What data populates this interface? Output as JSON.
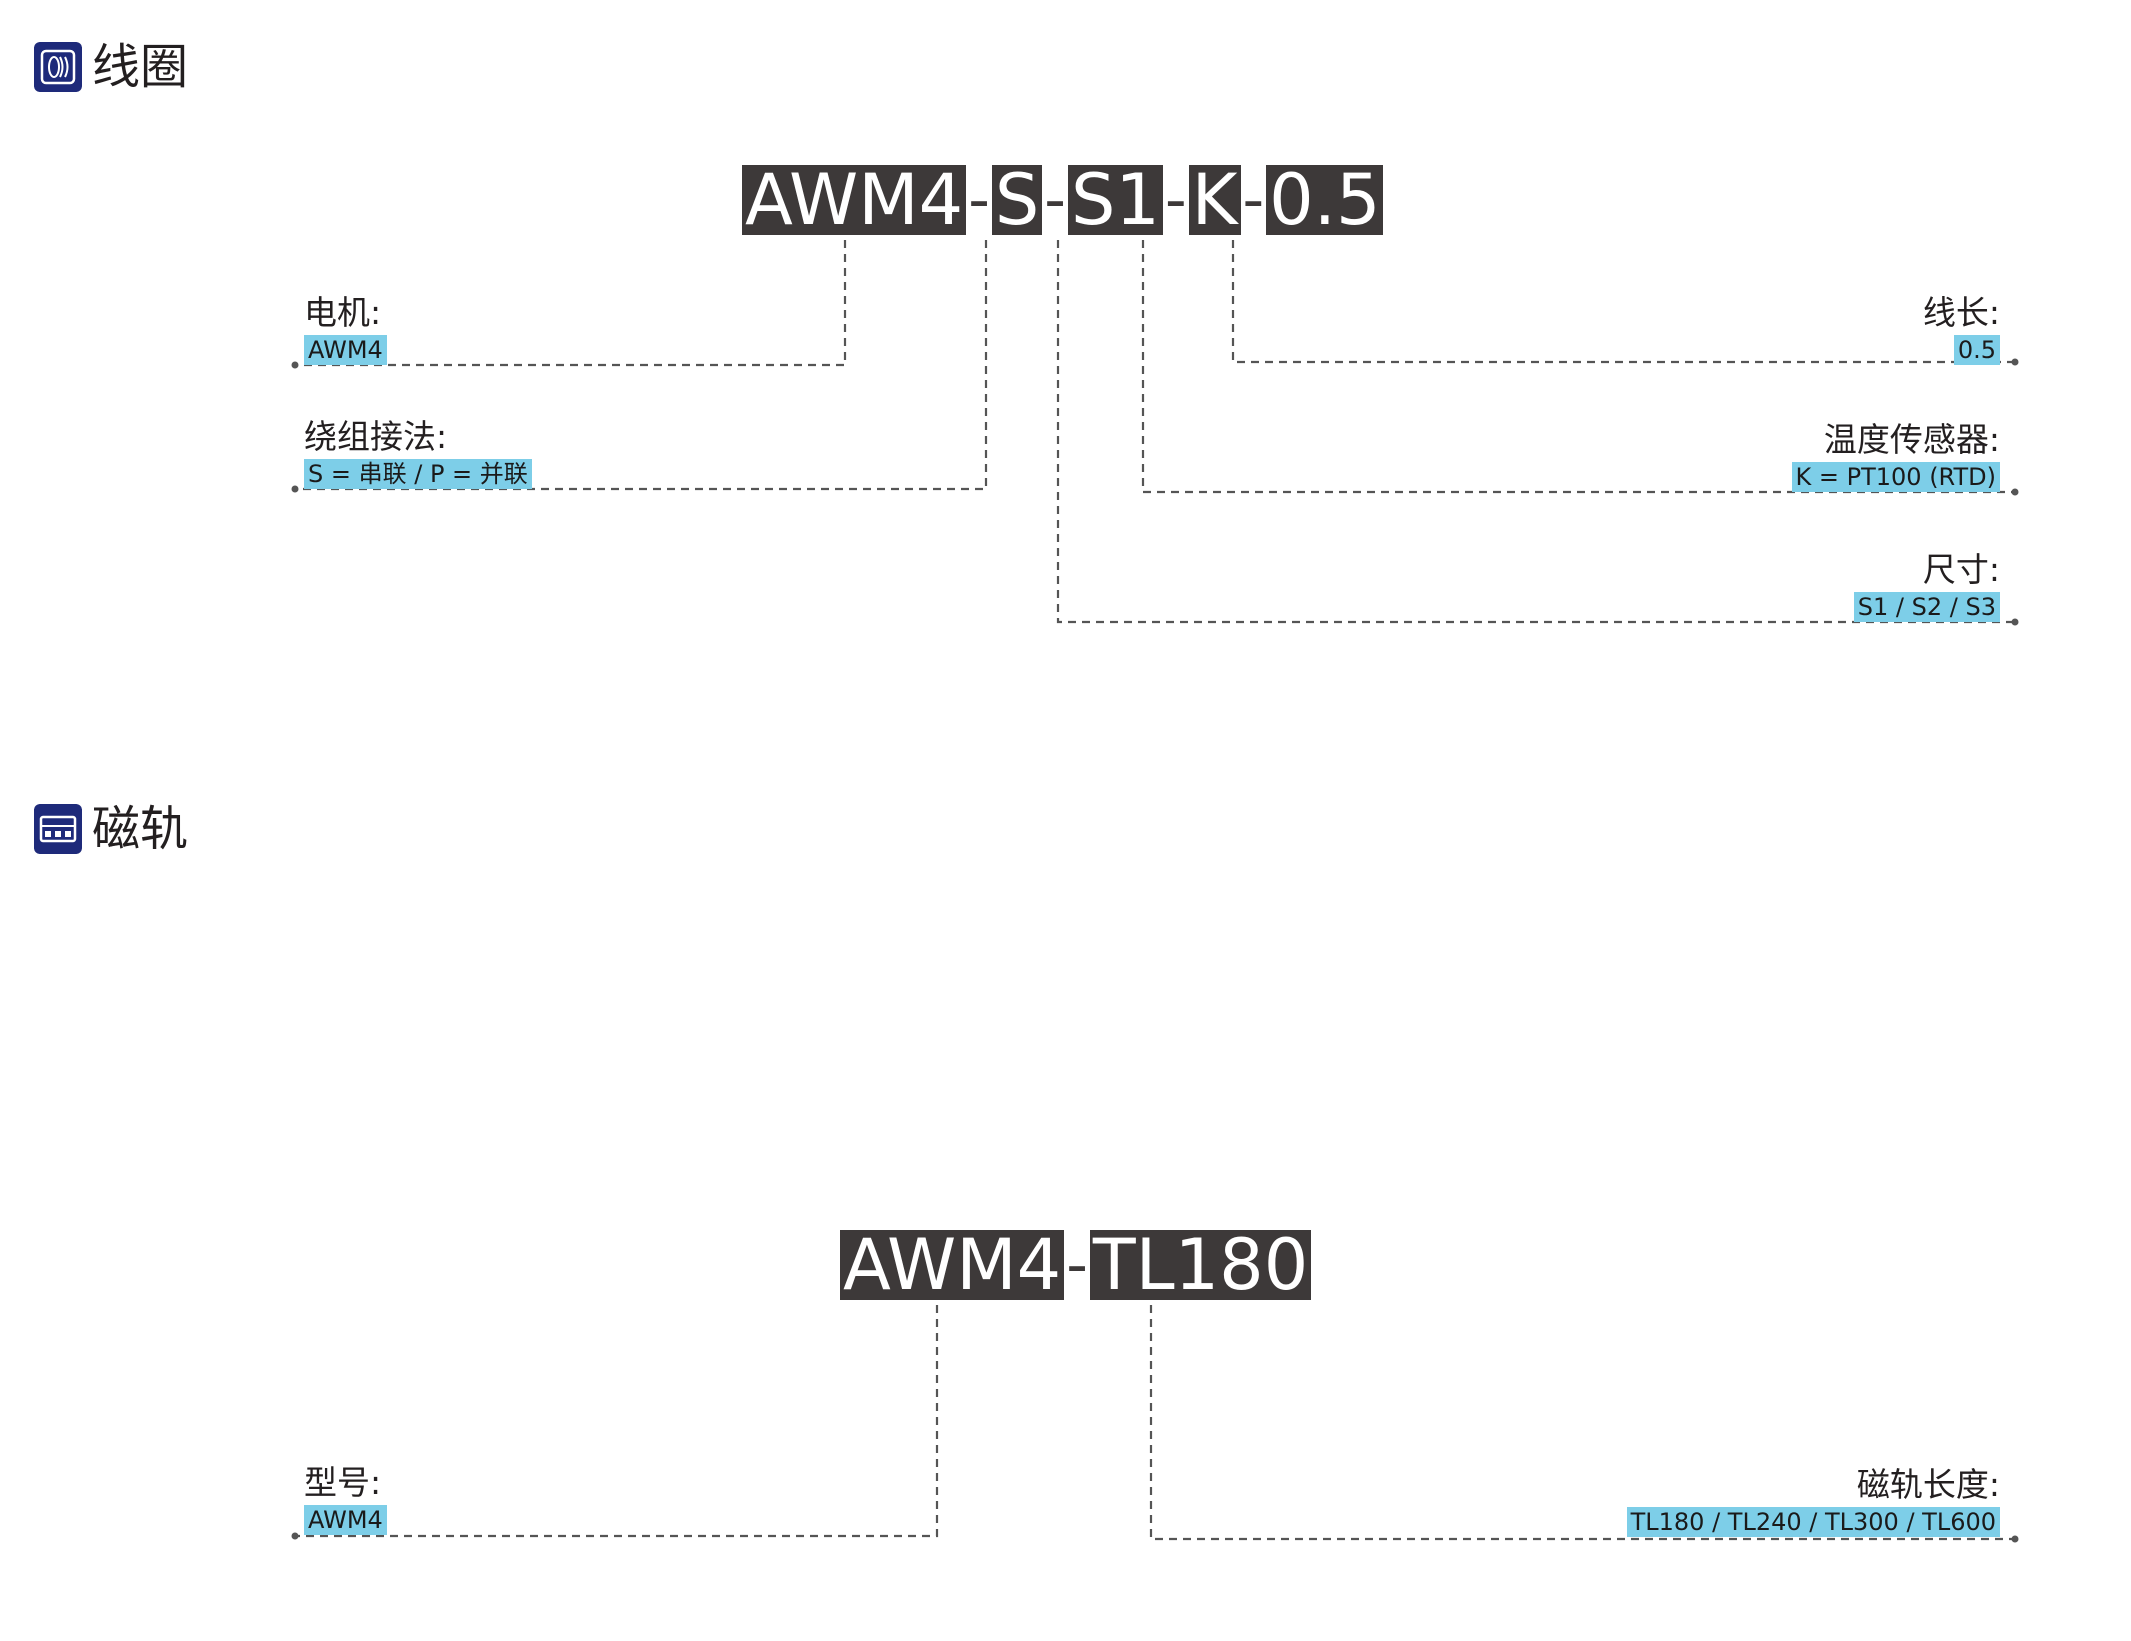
{
  "sections": {
    "coil": {
      "title": "线圈",
      "icon": "coil-icon",
      "code": {
        "segments": [
          "AWM4",
          "S",
          "S1",
          "K",
          "0.5"
        ],
        "separator": "-"
      },
      "fields": {
        "motor": {
          "label": "电机:",
          "value": "AWM4"
        },
        "winding": {
          "label": "绕组接法:",
          "value": "S = 串联 / P = 并联"
        },
        "length": {
          "label": "线长:",
          "value": "0.5"
        },
        "sensor": {
          "label": "温度传感器:",
          "value": "K =  PT100 (RTD)"
        },
        "size": {
          "label": "尺寸:",
          "value": "S1 / S2 / S3"
        }
      }
    },
    "rail": {
      "title": "磁轨",
      "icon": "rail-icon",
      "code": {
        "segments": [
          "AWM4",
          "TL180"
        ],
        "separator": "-"
      },
      "fields": {
        "model": {
          "label": "型号:",
          "value": "AWM4"
        },
        "rail_length": {
          "label": "磁轨长度:",
          "value": "TL180 / TL240 / TL300 / TL600"
        }
      }
    }
  },
  "colors": {
    "dark": "#3d3939",
    "highlight": "#7dcee8",
    "icon_blue": "#1e2a7a",
    "line": "#555555"
  }
}
